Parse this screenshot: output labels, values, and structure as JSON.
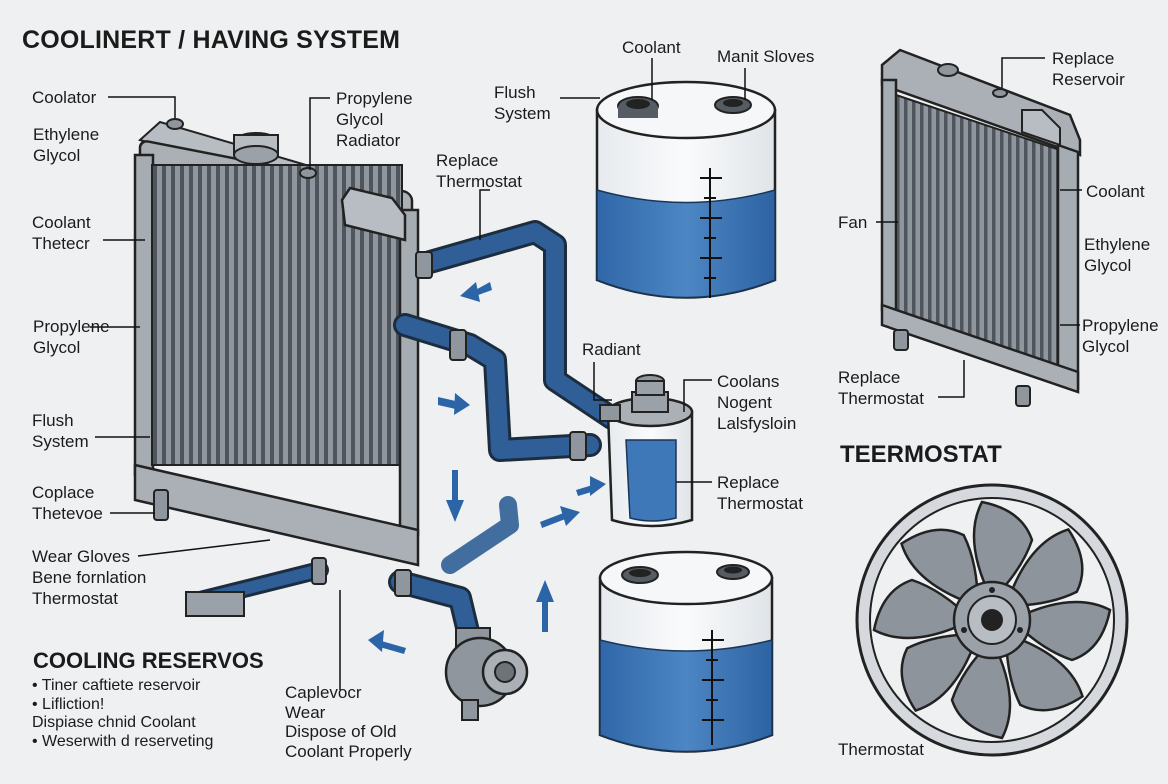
{
  "colors": {
    "background": "#eef0f1",
    "metal": "#9aa1a8",
    "metal_dark": "#4e555c",
    "pipe": "#2f5f96",
    "coolant": "#3f78b9",
    "arrow": "#2c64a8",
    "text": "#1b1b1b"
  },
  "titles": {
    "main": "COOLINERT / HAVING SYSTEM",
    "reservoirs": "COOLING RESERVOS",
    "thermostat": "TEERMOSTAT"
  },
  "reservoir_notes": [
    "• Tiner caftiete reservoir",
    "• Lifliction!",
    "Dispiase chnid Coolant",
    "• Weserwith d reserveting"
  ],
  "labels": {
    "coolator": "Coolator",
    "ethylene_glycol_left": "Ethylene\nGlycol",
    "coolant_thetecr": "Coolant\nThetecr",
    "propylene_glycol_left": "Propylene\nGlycol",
    "flush_system_left": "Flush\nSystem",
    "coplace_thetevoe": "Coplace\nThetevoe",
    "wear_gloves": "Wear Gloves\nBene fornlation\nThermostat",
    "propylene_glycol_radiator": "Propylene\nGlycol\nRadiator",
    "replace_thermostat_top": "Replace\nThermostat",
    "flush_system_top": "Flush\nSystem",
    "coolant_top": "Coolant",
    "manit_sloves": "Manit Sloves",
    "radiant": "Radiant",
    "coolans_nogent": "Coolans\nNogent\nLalsfysloin",
    "replace_thermostat_mid": "Replace\nThermostat",
    "caplevocr": "Caplevocr\nWear\nDispose of Old\nCoolant Properly",
    "replace_reservoir": "Replace\nReservoir",
    "coolant_right": "Coolant",
    "fan": "Fan",
    "ethylene_glycol_right": "Ethylene\nGlycol",
    "propylene_glycol_right": "Propylene\nGlycol",
    "replace_thermostat_right": "Replace\nThermostat",
    "thermostat_bottom": "Thermostat"
  },
  "icons": [
    "radiator-icon",
    "reservoir-icon",
    "thermostat-housing-icon",
    "water-pump-icon",
    "fan-icon",
    "flow-arrow-icon",
    "hose-icon"
  ]
}
